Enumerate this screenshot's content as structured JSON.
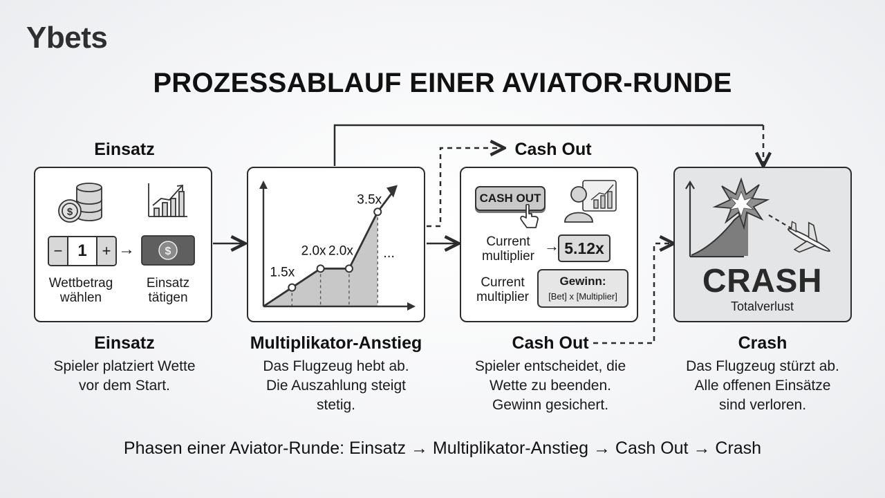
{
  "logo": "Ybets",
  "title": "PROZESSABLAUF EINER AVIATOR-RUNDE",
  "steps": [
    {
      "heading": "Einsatz",
      "desc1": "Spieler platziert Wette",
      "desc2": "vor dem Start."
    },
    {
      "heading": "Multiplikator-Anstieg",
      "desc1": "Das Flugzeug hebt ab.",
      "desc2": "Die Auszahlung steigt",
      "desc3": "stetig."
    },
    {
      "heading": "Cash Out",
      "desc1": "Spieler entscheidet, die",
      "desc2": "Wette zu beenden.",
      "desc3": "Gewinn gesichert."
    },
    {
      "heading": "Crash",
      "desc1": "Das Flugzeug stürzt ab.",
      "desc2": "Alle offenen Einsätze",
      "desc3": "sind verloren."
    }
  ],
  "panel1": {
    "top_label": "Einsatz",
    "stepper_minus": "−",
    "stepper_value": "1",
    "stepper_plus": "+",
    "arrow": "→",
    "label_a1": "Wettbetrag",
    "label_a2": "wählen",
    "label_b1": "Einsatz",
    "label_b2": "tätigen"
  },
  "panel2": {
    "chart_data": {
      "type": "area",
      "x": [
        0,
        1,
        2,
        3,
        4
      ],
      "y": [
        1.0,
        1.5,
        2.0,
        2.0,
        3.5
      ],
      "labels": [
        "1.5x",
        "2.0x",
        "2.0x",
        "3.5x",
        "..."
      ]
    }
  },
  "panel3": {
    "top_label": "Cash Out",
    "button": "CASH OUT",
    "current1": "Current",
    "current2": "multiplier",
    "multiplier_value": "5.12x",
    "current3": "Current",
    "current4": "multiplier",
    "gewinn_title": "Gewinn:",
    "gewinn_formula": "[Bet] x [Multiplier]"
  },
  "panel4": {
    "crash_word": "CRASH",
    "crash_sub": "Totalverlust"
  },
  "footer": "Phasen einer Aviator-Runde: Einsatz → Multiplikator-Anstieg → Cash Out → Crash",
  "colors": {
    "border": "#2b2b2b",
    "area_fill": "#c8c8c8",
    "crash_bg": "#e4e5e7"
  }
}
